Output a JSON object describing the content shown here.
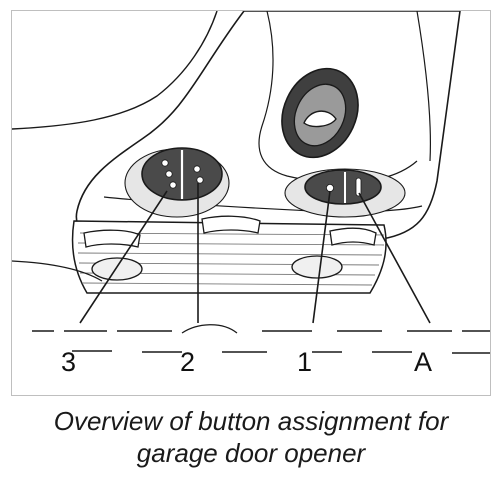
{
  "figure": {
    "callouts": [
      {
        "id": "3",
        "label": "3"
      },
      {
        "id": "2",
        "label": "2"
      },
      {
        "id": "1",
        "label": "1"
      },
      {
        "id": "A",
        "label": "A"
      }
    ]
  },
  "caption": {
    "line1": "Overview of button assignment for",
    "line2": "garage door opener"
  },
  "colors": {
    "line": "#1a1a1a",
    "button_fill": "#4a4a4a",
    "shading": "#d9d9d9",
    "frame": "#bfbfbf"
  }
}
